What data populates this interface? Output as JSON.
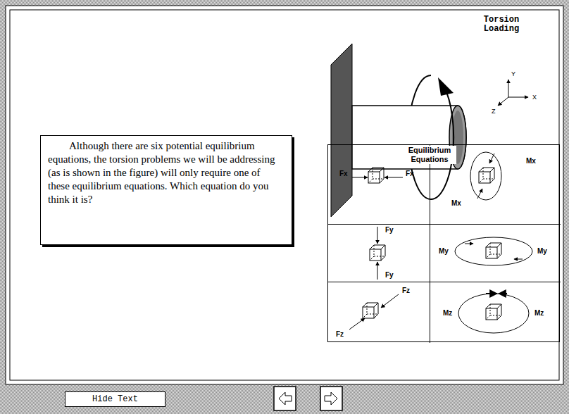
{
  "diagram": {
    "nodes": [
      {
        "text": [
          "Although there are six potential equilibrium equations, the torsion problems we will be addressing (as is shown in the figure) will only require one of these equilibrium equations. Which equation do you think it is?"
        ]
      },
      {
        "text": [
          "Equilibrium Equations"
        ]
      },
      {
        "text": [
          "Fx",
          "Fx"
        ],
        "in": 1
      },
      {
        "text": [
          "Mx",
          "Mx"
        ],
        "in": 1
      },
      {
        "text": [
          "Fy",
          "Fy"
        ],
        "in": 1
      },
      {
        "text": [
          "My",
          "My"
        ],
        "in": 1
      },
      {
        "text": [
          "Fz",
          "Fz"
        ],
        "in": 1
      },
      {
        "text": [
          "Mz",
          "Mz"
        ],
        "in": 1
      },
      {
        "text": [
          "Hide Text"
        ]
      }
    ],
    "edges": [],
    "labels": [
      "Torsion Loading",
      "Y",
      "X",
      "Z"
    ]
  }
}
